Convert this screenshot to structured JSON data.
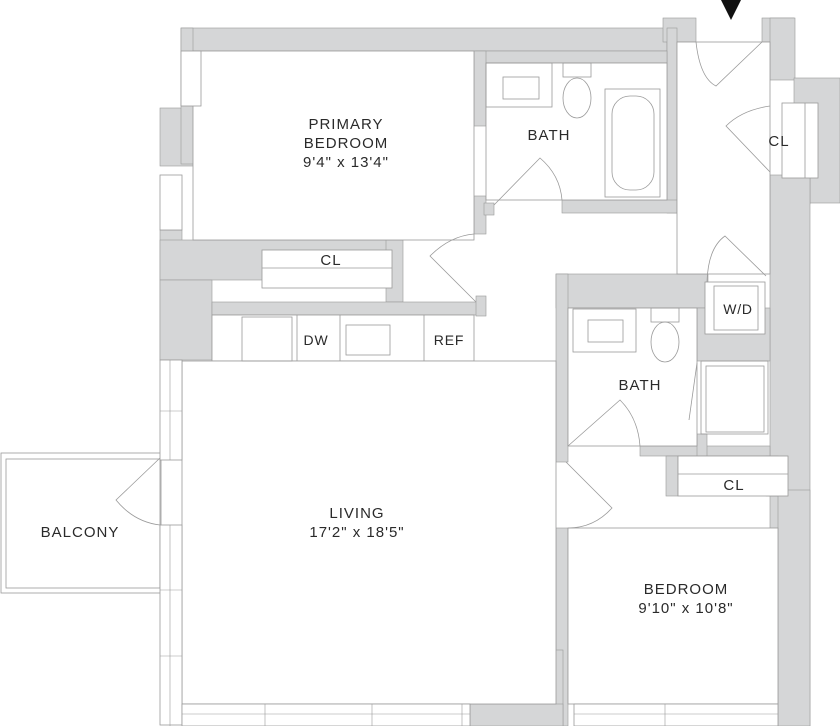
{
  "plan": {
    "colors": {
      "wall": "#d5d6d7",
      "line": "#9a9a9a",
      "text": "#2a2a2a",
      "entry_marker": "#111111"
    },
    "rooms": {
      "primary_bedroom": {
        "name": "PRIMARY",
        "name2": "BEDROOM",
        "dims": "9'4\" x 13'4\""
      },
      "bath_primary": {
        "name": "BATH"
      },
      "closet_entry": {
        "name": "CL"
      },
      "closet_primary": {
        "name": "CL"
      },
      "living": {
        "name": "LIVING",
        "dims": "17'2\" x 18'5\""
      },
      "balcony": {
        "name": "BALCONY"
      },
      "bath_second": {
        "name": "BATH"
      },
      "washer_dryer": {
        "name": "W/D"
      },
      "closet_bedroom": {
        "name": "CL"
      },
      "bedroom": {
        "name": "BEDROOM",
        "dims": "9'10\" x 10'8\""
      }
    },
    "kitchen": {
      "dishwasher": "DW",
      "refrigerator": "REF"
    }
  }
}
